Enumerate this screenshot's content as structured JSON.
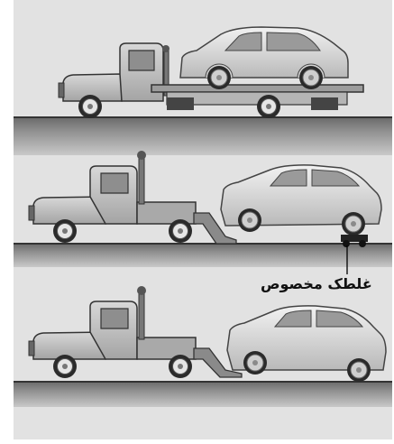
{
  "scenes": [
    {
      "method": "flatbed"
    },
    {
      "method": "wheel-lift-with-dollies"
    },
    {
      "method": "wheel-lift"
    }
  ],
  "callout": {
    "label": "غلطک مخصوص"
  }
}
